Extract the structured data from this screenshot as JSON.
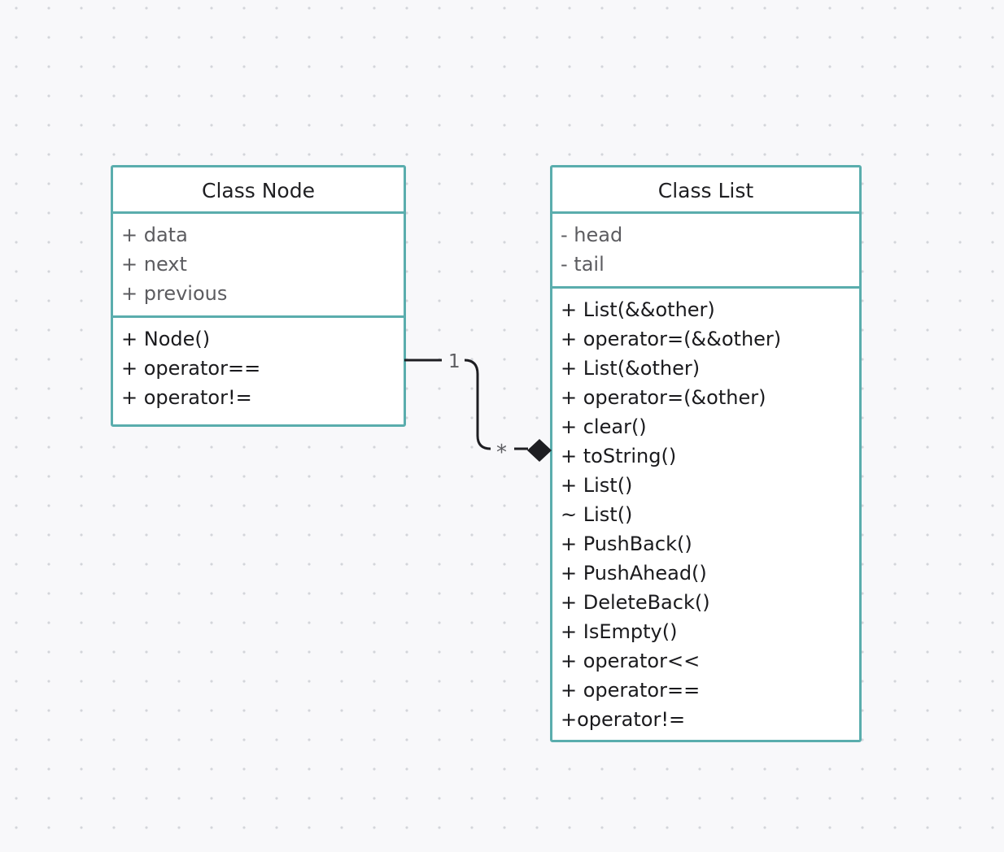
{
  "classes": {
    "node": {
      "title": "Class Node",
      "attributes": [
        "+ data",
        "+ next",
        "+ previous"
      ],
      "operations": [
        "+ Node()",
        "+ operator==",
        "+ operator!="
      ]
    },
    "list": {
      "title": "Class List",
      "attributes": [
        "- head",
        "- tail"
      ],
      "operations": [
        "+ List(&&other)",
        "+ operator=(&&other)",
        "+ List(&other)",
        "+ operator=(&other)",
        "+ clear()",
        "+ toString()",
        "+ List()",
        "~ List()",
        "+ PushBack()",
        "+ PushAhead()",
        "+ DeleteBack()",
        "+ IsEmpty()",
        "+ operator<<",
        "+ operator==",
        "+operator!="
      ]
    }
  },
  "association": {
    "type": "composition",
    "from": "Class Node",
    "to": "Class List",
    "source_multiplicity": "1",
    "target_multiplicity": "*"
  },
  "colors": {
    "class_border": "#5aadad",
    "connector": "#1e1e22",
    "canvas_background": "#f8f8fa"
  }
}
